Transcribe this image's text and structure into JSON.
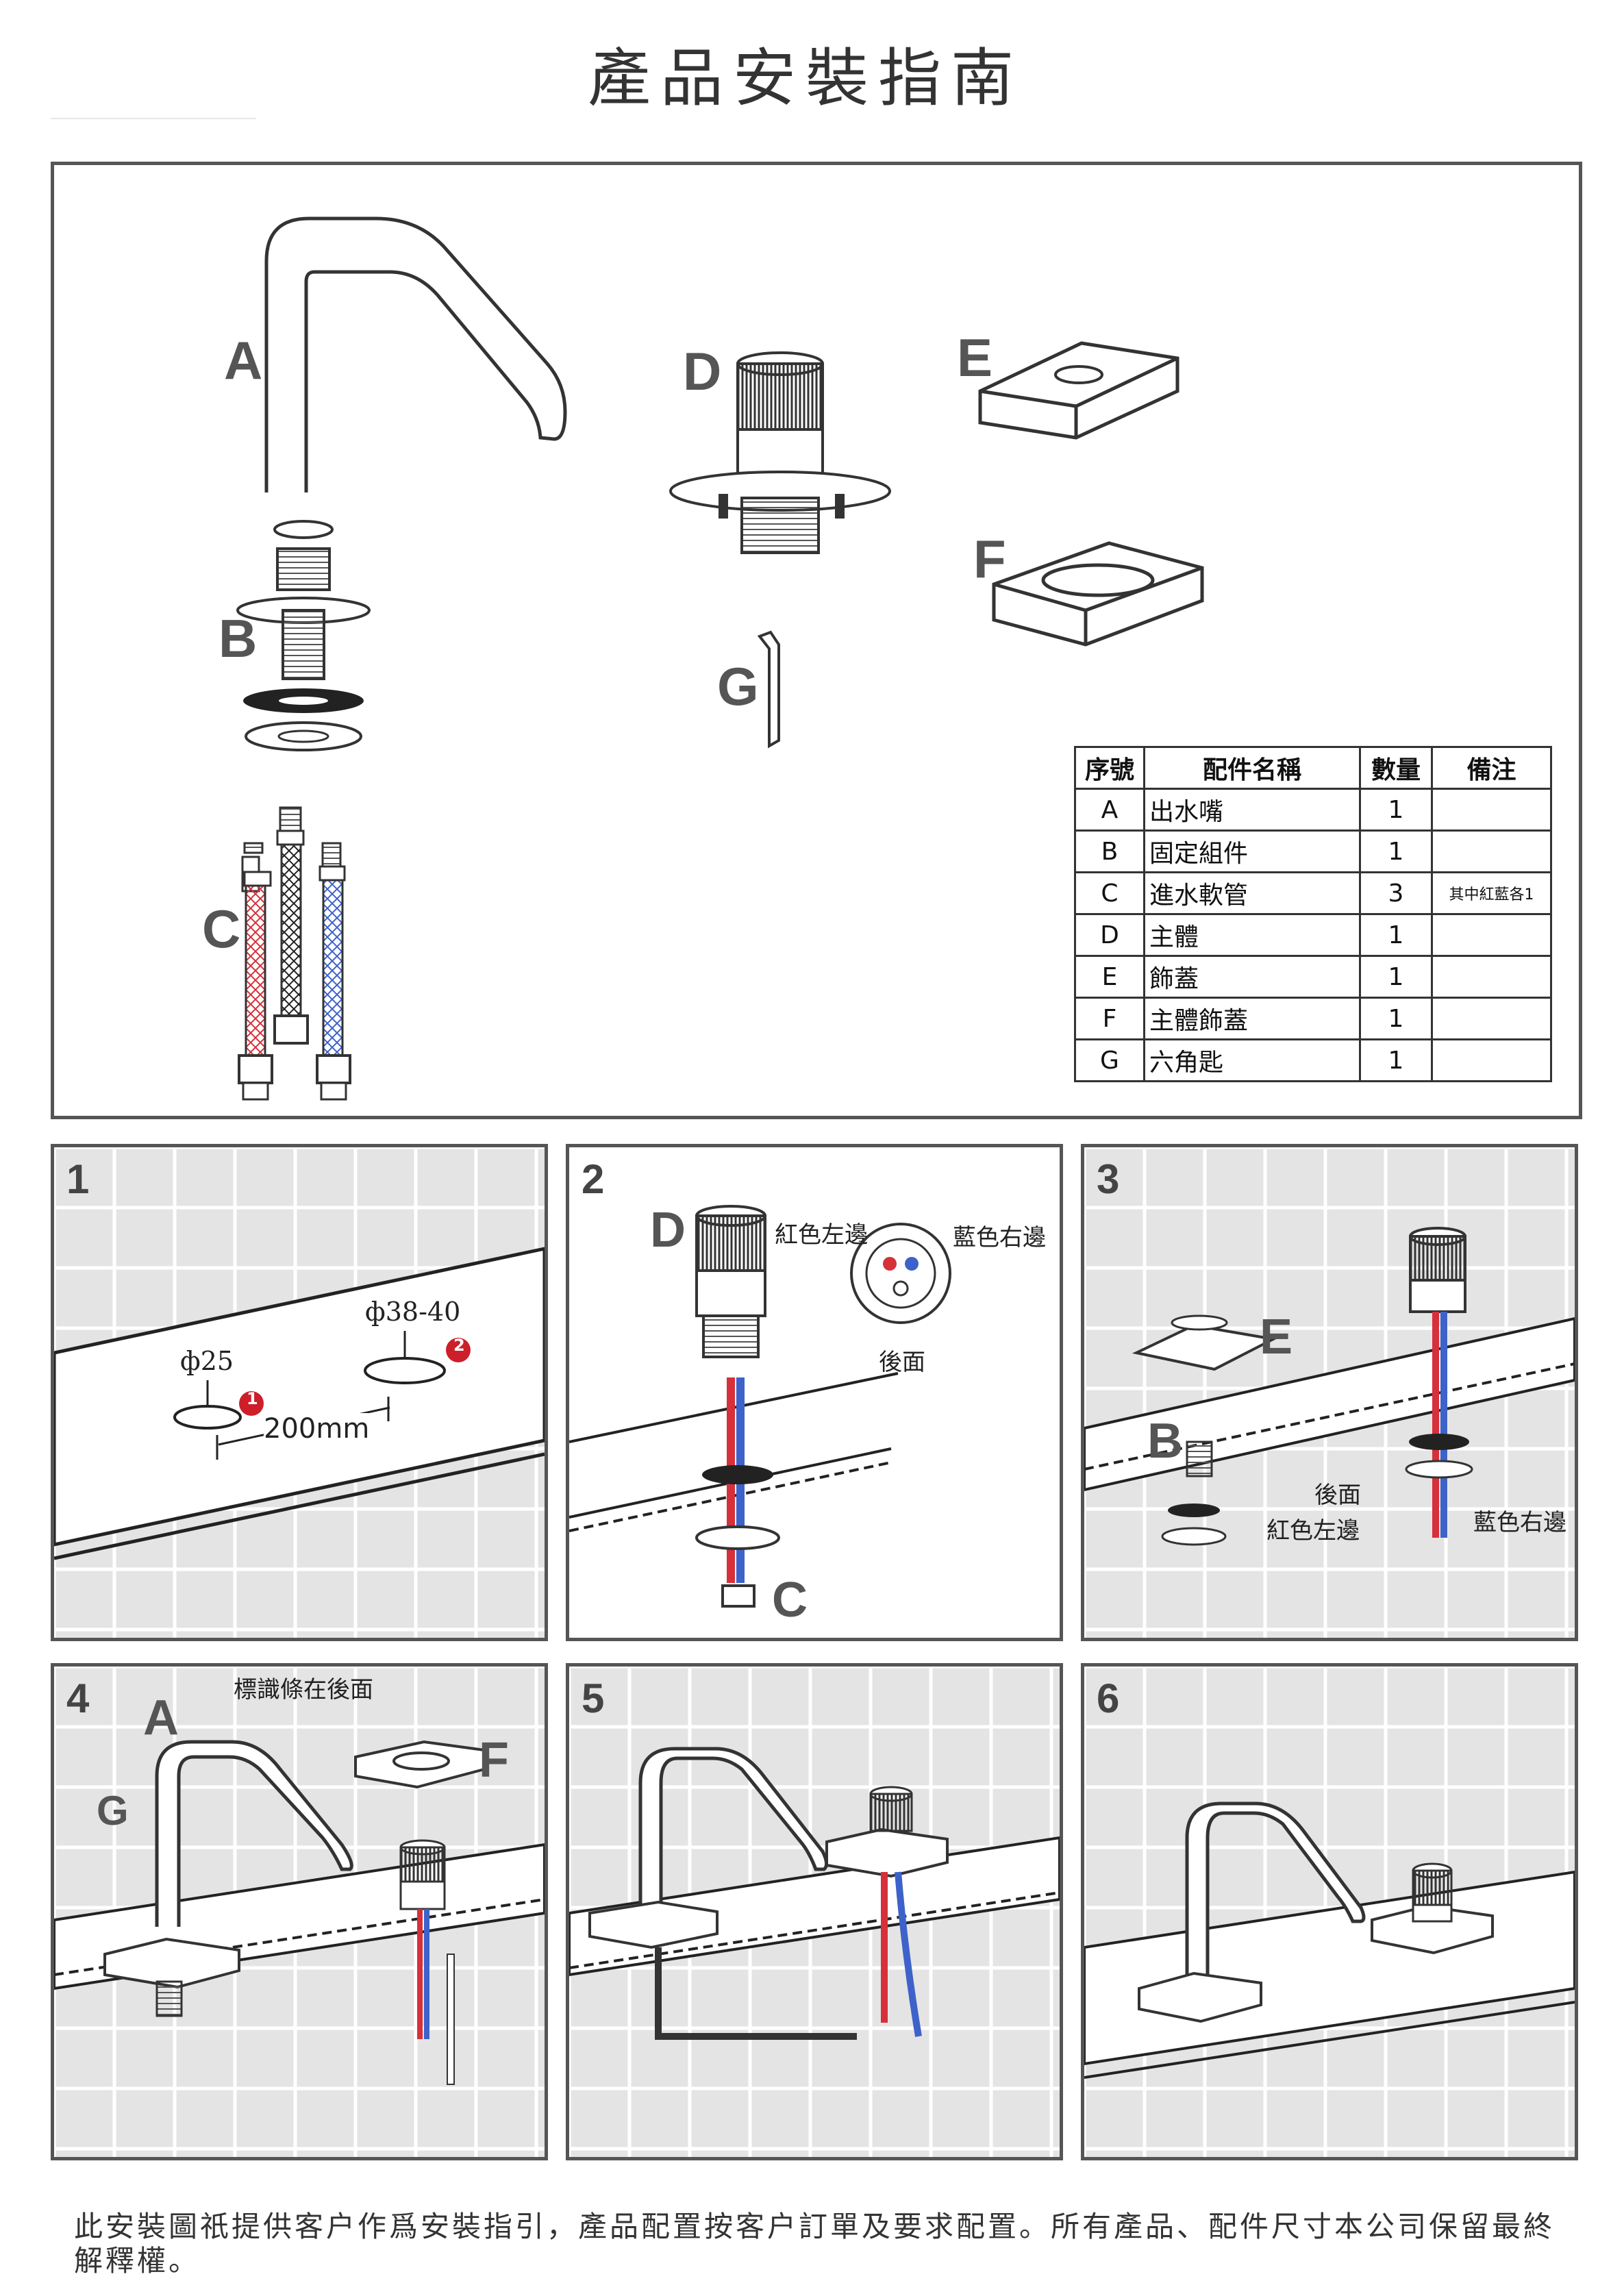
{
  "title": "產品安裝指南",
  "parts": {
    "labels": {
      "A": "A",
      "B": "B",
      "C": "C",
      "D": "D",
      "E": "E",
      "F": "F",
      "G": "G"
    },
    "table": {
      "headers": [
        "序號",
        "配件名稱",
        "數量",
        "備注"
      ],
      "rows": [
        {
          "id": "A",
          "name": "出水嘴",
          "qty": "1",
          "note": ""
        },
        {
          "id": "B",
          "name": "固定組件",
          "qty": "1",
          "note": ""
        },
        {
          "id": "C",
          "name": "進水軟管",
          "qty": "3",
          "note": "其中紅藍各1"
        },
        {
          "id": "D",
          "name": "主體",
          "qty": "1",
          "note": ""
        },
        {
          "id": "E",
          "name": "飾蓋",
          "qty": "1",
          "note": ""
        },
        {
          "id": "F",
          "name": "主體飾蓋",
          "qty": "1",
          "note": ""
        },
        {
          "id": "G",
          "name": "六角匙",
          "qty": "1",
          "note": ""
        }
      ]
    }
  },
  "steps": [
    {
      "number": "1",
      "hole1": "ф25",
      "hole2": "ф38-40",
      "distance": "200mm",
      "marker1": "1",
      "marker2": "2"
    },
    {
      "number": "2",
      "part_top": "D",
      "part_bottom": "C",
      "red_left": "紅色左邊",
      "blue_right": "藍色右邊",
      "back": "後面"
    },
    {
      "number": "3",
      "part_e": "E",
      "part_b": "B",
      "back": "後面",
      "red_left": "紅色左邊",
      "blue_right": "藍色右邊"
    },
    {
      "number": "4",
      "part_a": "A",
      "part_g": "G",
      "part_f": "F",
      "label_note": "標識條在後面"
    },
    {
      "number": "5"
    },
    {
      "number": "6"
    }
  ],
  "disclaimer": "此安裝圖祇提供客户作爲安裝指引，產品配置按客户訂單及要求配置。所有產品、配件尺寸本公司保留最終解釋權。",
  "colors": {
    "red": "#d6303a",
    "blue": "#3d62c9",
    "marker": "#cc1f2a",
    "frame": "#555555"
  }
}
